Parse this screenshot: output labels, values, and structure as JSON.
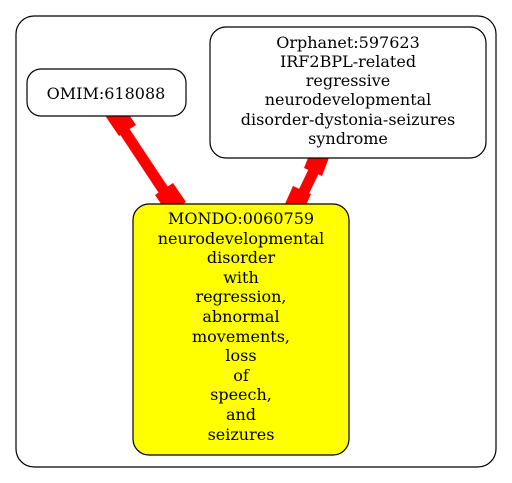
{
  "colors": {
    "background": "#ffffff",
    "cluster_border": "#000000",
    "node_fill_default": "#ffffff",
    "node_fill_highlight": "#ffff00",
    "edge": "#ff0000"
  },
  "cluster": {
    "label": ""
  },
  "nodes": {
    "omim": {
      "lines": [
        "OMIM:618088"
      ]
    },
    "orphanet": {
      "lines": [
        "Orphanet:597623",
        "IRF2BPL-related",
        "regressive",
        "neurodevelopmental",
        "disorder-dystonia-seizures",
        "syndrome"
      ]
    },
    "mondo": {
      "lines": [
        "MONDO:0060759",
        "neurodevelopmental",
        "disorder",
        "with",
        "regression,",
        "abnormal",
        "movements,",
        "loss",
        "of",
        "speech,",
        "and",
        "seizures"
      ]
    }
  },
  "edges": [
    {
      "from": "omim",
      "to": "mondo",
      "arrow": "box-both"
    },
    {
      "from": "orphanet",
      "to": "mondo",
      "arrow": "box-both"
    }
  ]
}
